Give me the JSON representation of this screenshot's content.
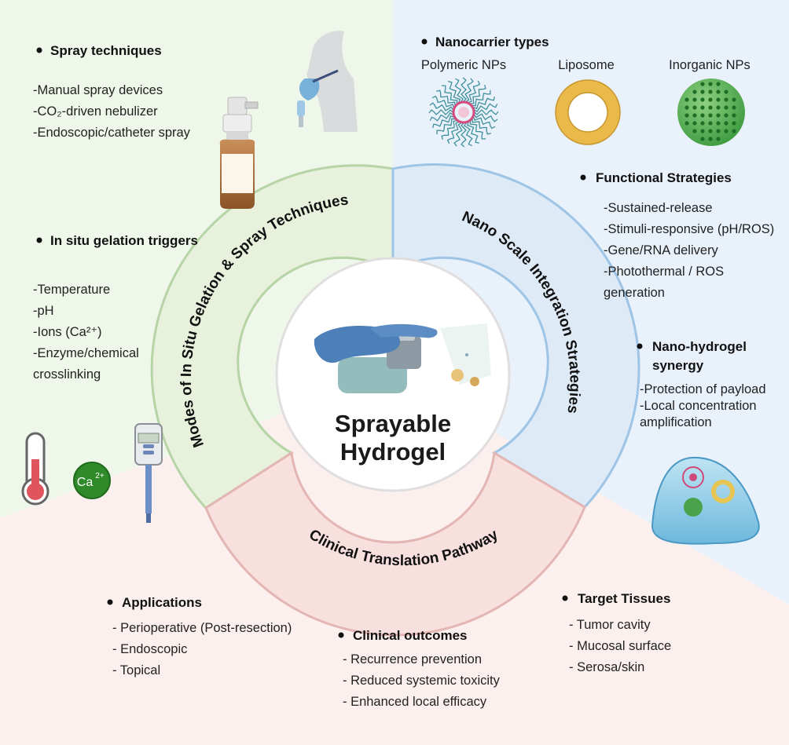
{
  "center": {
    "line1": "Sprayable",
    "line2": "Hydrogel"
  },
  "ring": {
    "left": "Modes of In Situ Gelation & Spray Techniques",
    "right": "Nano Scale Integration Strategies",
    "bottom": "Clinical Translation Pathway"
  },
  "spray": {
    "heading": "Spray techniques",
    "items": [
      "-Manual spray devices",
      "-CO₂-driven nebulizer",
      "-Endoscopic/catheter spray"
    ]
  },
  "gelation": {
    "heading": "In situ gelation triggers",
    "items": [
      "-Temperature",
      "-pH",
      "-Ions (Ca²⁺)",
      "-Enzyme/chemical",
      "crosslinking"
    ]
  },
  "ca_badge": {
    "text": "Ca",
    "sup": "2+"
  },
  "nanocarrier": {
    "heading": "Nanocarrier types",
    "types": [
      "Polymeric NPs",
      "Liposome",
      "Inorganic NPs"
    ]
  },
  "functional": {
    "heading": "Functional Strategies",
    "items": [
      "-Sustained-release",
      "-Stimuli-responsive (pH/ROS)",
      "-Gene/RNA delivery",
      "-Photothermal / ROS",
      "generation"
    ]
  },
  "synergy": {
    "heading_line1": "Nano-hydrogel",
    "heading_line2": "synergy",
    "items": [
      "-Protection of payload",
      "-Local concentration",
      "amplification"
    ]
  },
  "applications": {
    "heading": "Applications",
    "items": [
      "- Perioperative (Post-resection)",
      "- Endoscopic",
      "- Topical"
    ]
  },
  "outcomes": {
    "heading": "Clinical outcomes",
    "items": [
      "- Recurrence prevention",
      "- Reduced systemic toxicity",
      "- Enhanced local efficacy"
    ]
  },
  "tissues": {
    "heading": "Target Tissues",
    "items": [
      "- Tumor cavity",
      "- Mucosal surface",
      "- Serosa/skin"
    ]
  },
  "colors": {
    "green_bg": "#eef7ea",
    "blue_bg": "#e9f1fb",
    "pink_bg": "#fbf0ee",
    "green_ring": "#e7f1dc",
    "blue_ring": "#dfeaf7",
    "pink_ring": "#f8e0df"
  }
}
